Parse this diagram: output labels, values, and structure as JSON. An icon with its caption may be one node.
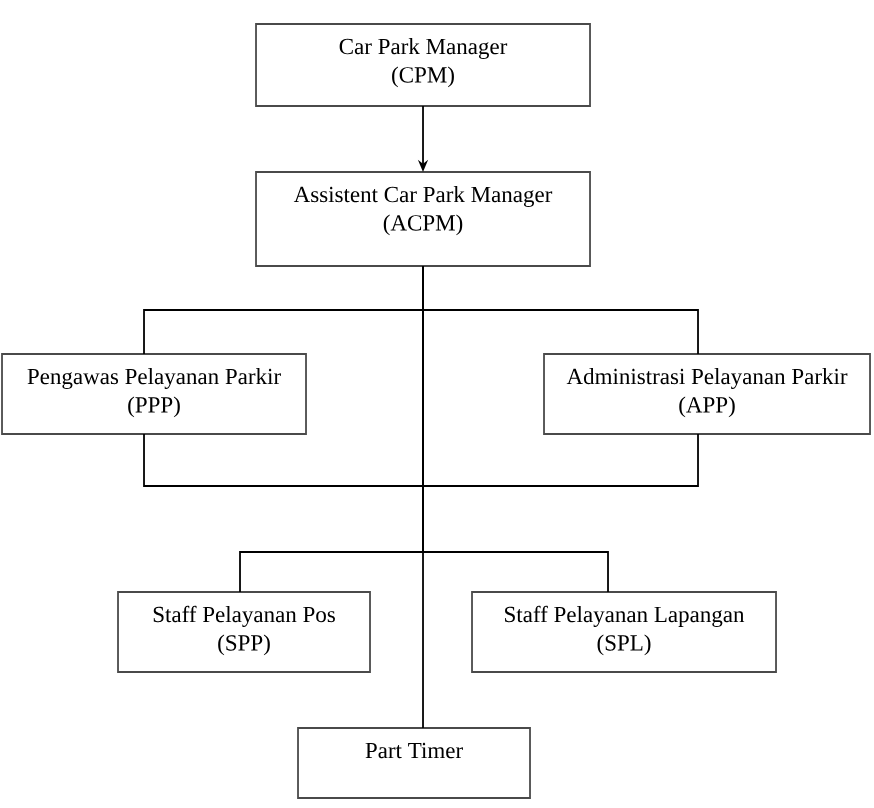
{
  "diagram": {
    "nodes": [
      {
        "text": [
          "Car Park Manager",
          "(CPM)"
        ]
      },
      {
        "text": [
          "Assistent Car Park Manager",
          "(ACPM)"
        ]
      },
      {
        "text": [
          "Pengawas Pelayanan Parkir",
          "(PPP)"
        ]
      },
      {
        "text": [
          "Administrasi Pelayanan Parkir",
          "(APP)"
        ]
      },
      {
        "text": [
          "Staff Pelayanan Pos",
          "(SPP)"
        ]
      },
      {
        "text": [
          "Staff Pelayanan Lapangan",
          "(SPL)"
        ]
      },
      {
        "text": [
          "Part Timer"
        ]
      }
    ],
    "edges": [
      {
        "from": 0,
        "to": 1,
        "arrow": "to"
      },
      {
        "from": 1,
        "to": 2,
        "arrow": "none"
      },
      {
        "from": 1,
        "to": 3,
        "arrow": "none"
      },
      {
        "from": 2,
        "to": 3,
        "arrow": "none"
      },
      {
        "from": 1,
        "to": 4,
        "arrow": "none"
      },
      {
        "from": 1,
        "to": 5,
        "arrow": "none"
      },
      {
        "from": 1,
        "to": 6,
        "arrow": "none"
      }
    ]
  }
}
